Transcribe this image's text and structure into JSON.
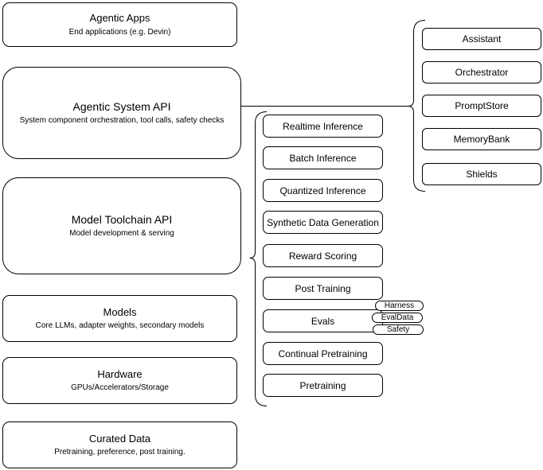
{
  "colors": {
    "stroke": "#000000",
    "node_fill": "#ffffff",
    "text": "#000000"
  },
  "stack": [
    {
      "title": "Agentic Apps",
      "subtitle": "End applications (e.g. Devin)"
    },
    {
      "title": "Agentic System API",
      "subtitle": "System component orchestration, tool calls, safety checks"
    },
    {
      "title": "Model Toolchain API",
      "subtitle": "Model development & serving"
    },
    {
      "title": "Models",
      "subtitle": "Core LLMs, adapter weights, secondary models"
    },
    {
      "title": "Hardware",
      "subtitle": "GPUs/Accelerators/Storage"
    },
    {
      "title": "Curated Data",
      "subtitle": "Pretraining, preference, post training."
    }
  ],
  "toolchain": {
    "items": [
      "Realtime Inference",
      "Batch Inference",
      "Quantized Inference",
      "Synthetic Data Generation",
      "Reward Scoring",
      "Post Training",
      "Evals",
      "Continual Pretraining",
      "Pretraining"
    ]
  },
  "evals_badges": [
    "Harness",
    "EvalData",
    "Safety"
  ],
  "system": {
    "items": [
      "Assistant",
      "Orchestrator",
      "PromptStore",
      "MemoryBank",
      "Shields"
    ]
  }
}
